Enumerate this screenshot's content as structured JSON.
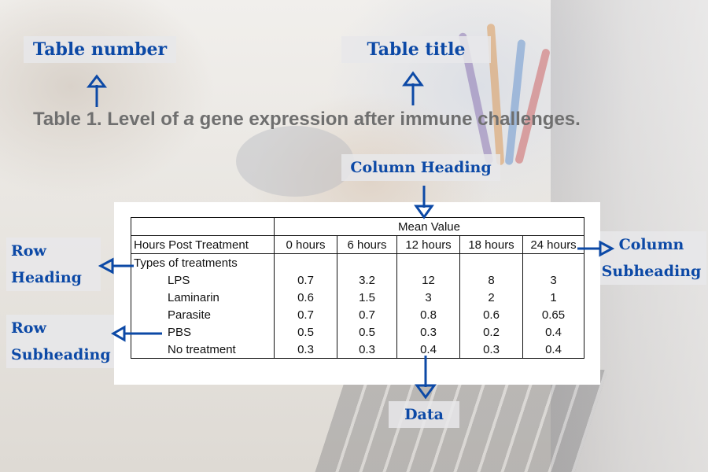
{
  "labels": {
    "table_number": "Table number",
    "table_title": "Table title",
    "column_heading": "Column Heading",
    "row_heading_1": "Row",
    "row_heading_2": "Heading",
    "row_subheading_1": "Row",
    "row_subheading_2": "Subheading",
    "column_subheading_1": "Column",
    "column_subheading_2": "Subheading",
    "data": "Data"
  },
  "caption": {
    "prefix": "Table 1. Level of ",
    "italic": "a",
    "suffix": " gene expression after immune challenges."
  },
  "table": {
    "spanning_header": "Mean Value",
    "stub_header": "Hours Post Treatment",
    "columns": [
      "0 hours",
      "6 hours",
      "12 hours",
      "18 hours",
      "24 hours"
    ],
    "group_label": "Types of treatments",
    "rows": [
      {
        "name": "LPS",
        "values": [
          "0.7",
          "3.2",
          "12",
          "8",
          "3"
        ]
      },
      {
        "name": "Laminarin",
        "values": [
          "0.6",
          "1.5",
          "3",
          "2",
          "1"
        ]
      },
      {
        "name": "Parasite",
        "values": [
          "0.7",
          "0.7",
          "0.8",
          "0.6",
          "0.65"
        ]
      },
      {
        "name": "PBS",
        "values": [
          "0.5",
          "0.5",
          "0.3",
          "0.2",
          "0.4"
        ]
      },
      {
        "name": "No treatment",
        "values": [
          "0.3",
          "0.3",
          "0.4",
          "0.3",
          "0.4"
        ]
      }
    ]
  },
  "colors": {
    "annotation": "#0c49a6",
    "caption": "#6f6f6f"
  }
}
